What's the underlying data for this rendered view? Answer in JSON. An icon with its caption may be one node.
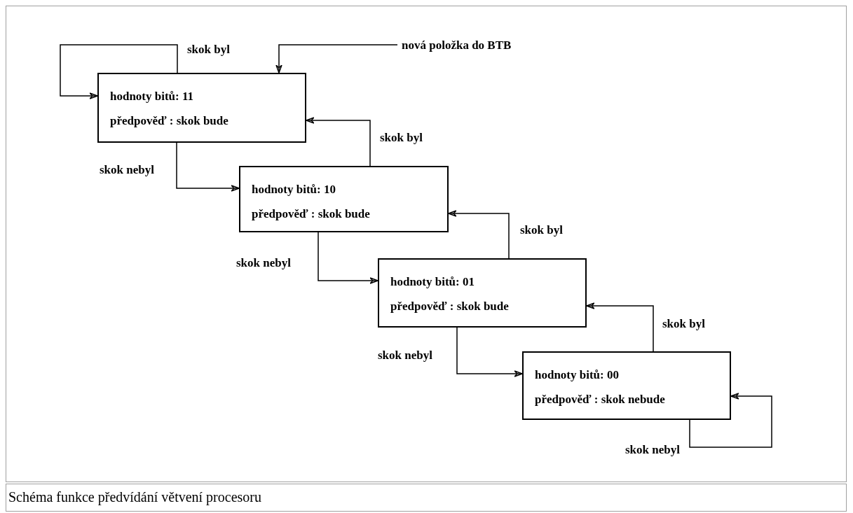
{
  "diagram": {
    "caption": "Schéma funkce předvídání větvení procesoru",
    "nodes": [
      {
        "text": [
          "hodnoty bitů: 11",
          "předpověď : skok bude"
        ]
      },
      {
        "text": [
          "hodnoty bitů: 10",
          "předpověď : skok bude"
        ]
      },
      {
        "text": [
          "hodnoty bitů: 01",
          "předpověď : skok bude"
        ]
      },
      {
        "text": [
          "hodnoty bitů: 00",
          "předpověď : skok nebude"
        ]
      },
      {
        "text": [
          "nová položka do BTB"
        ]
      }
    ],
    "edges": [
      {
        "from": 0,
        "to": 0,
        "arrow": "to",
        "label": "skok byl"
      },
      {
        "from": 0,
        "to": 1,
        "arrow": "to",
        "label": "skok nebyl"
      },
      {
        "from": 1,
        "to": 0,
        "arrow": "to",
        "label": "skok byl"
      },
      {
        "from": 1,
        "to": 2,
        "arrow": "to",
        "label": "skok nebyl"
      },
      {
        "from": 2,
        "to": 1,
        "arrow": "to",
        "label": "skok byl"
      },
      {
        "from": 2,
        "to": 3,
        "arrow": "to",
        "label": "skok nebyl"
      },
      {
        "from": 3,
        "to": 2,
        "arrow": "to",
        "label": "skok byl"
      },
      {
        "from": 3,
        "to": 3,
        "arrow": "to",
        "label": "skok nebyl"
      },
      {
        "from": 4,
        "to": 0,
        "arrow": "to"
      }
    ]
  }
}
